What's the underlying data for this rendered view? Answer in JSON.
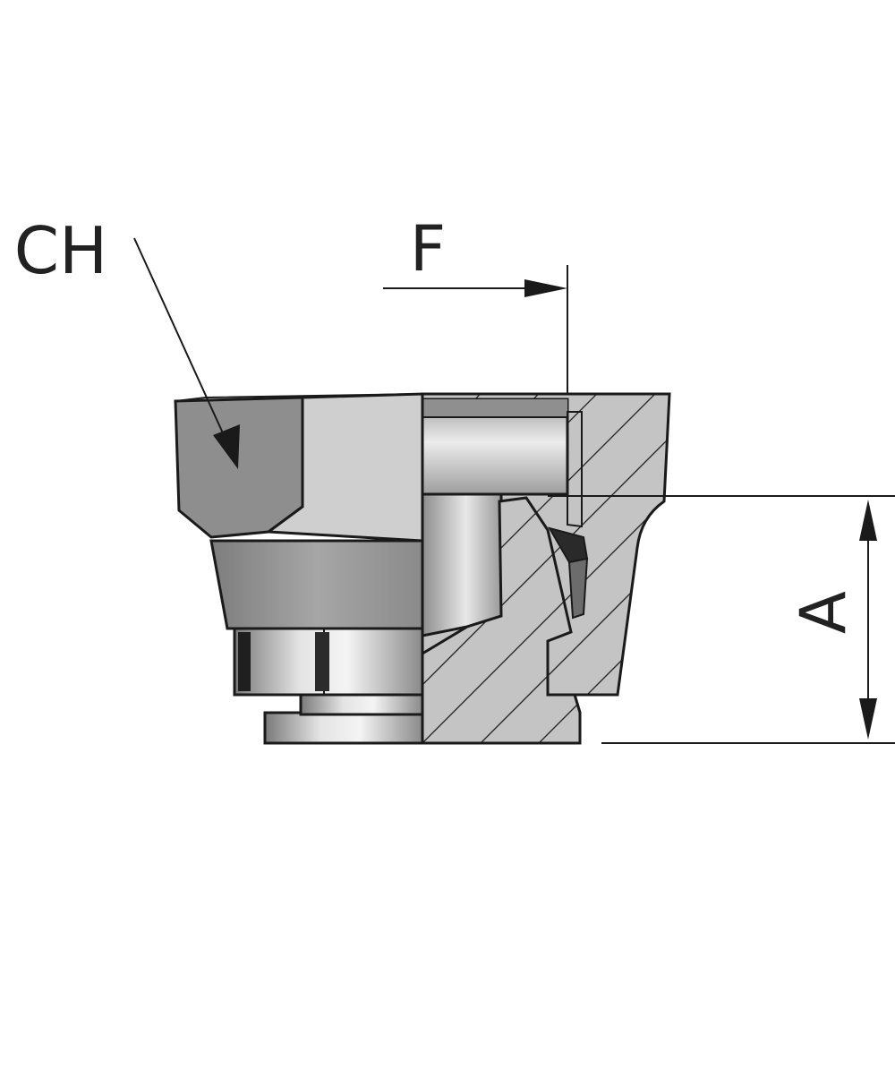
{
  "labels": {
    "ch": "CH",
    "f": "F",
    "a": "A"
  },
  "colors": {
    "background": "#ffffff",
    "line": "#1a1a1a",
    "hex_face_dark": "#8d8d8d",
    "hex_face_light": "#c9c9c9",
    "cone": "#9a9a9a",
    "section_fill": "#bdbdbd",
    "bore": "#d6d6d6"
  }
}
